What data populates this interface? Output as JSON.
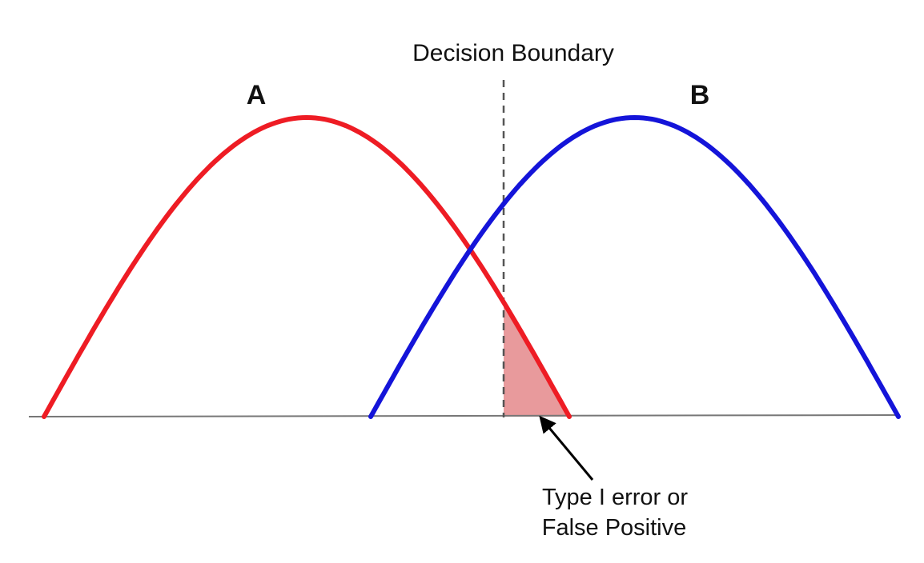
{
  "diagram": {
    "boundary_label": "Decision Boundary",
    "curve_a_label": "A",
    "curve_b_label": "B",
    "annotation_line1": "Type I error or",
    "annotation_line2": "False Positive"
  },
  "colors": {
    "curve_a": "#ee1c24",
    "curve_b": "#1414d9",
    "error_fill": "#e89a9c",
    "baseline": "#777777",
    "boundary_line": "#555555",
    "arrow": "#000000"
  }
}
